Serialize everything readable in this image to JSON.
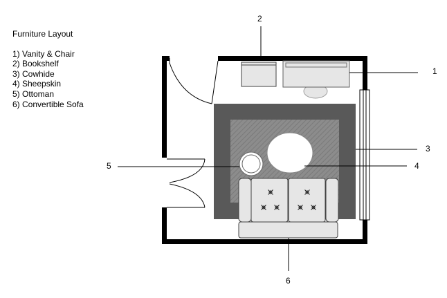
{
  "legend": {
    "title": "Furniture Layout",
    "items": [
      "1) Vanity & Chair",
      "2) Bookshelf",
      "3) Cowhide",
      "4) Sheepskin",
      "5) Ottoman",
      "6) Convertible Sofa"
    ]
  },
  "callouts": {
    "vanity": "1",
    "bookshelf": "2",
    "cowhide": "3",
    "sheepskin": "4",
    "ottoman": "5",
    "sofa": "6"
  },
  "colors": {
    "wall": "#000000",
    "cowhide_outer": "#595959",
    "cowhide_inner": "#8c8c8c",
    "furniture_fill": "#e6e6e6",
    "furniture_stroke": "#404040",
    "sheepskin": "#ffffff"
  }
}
